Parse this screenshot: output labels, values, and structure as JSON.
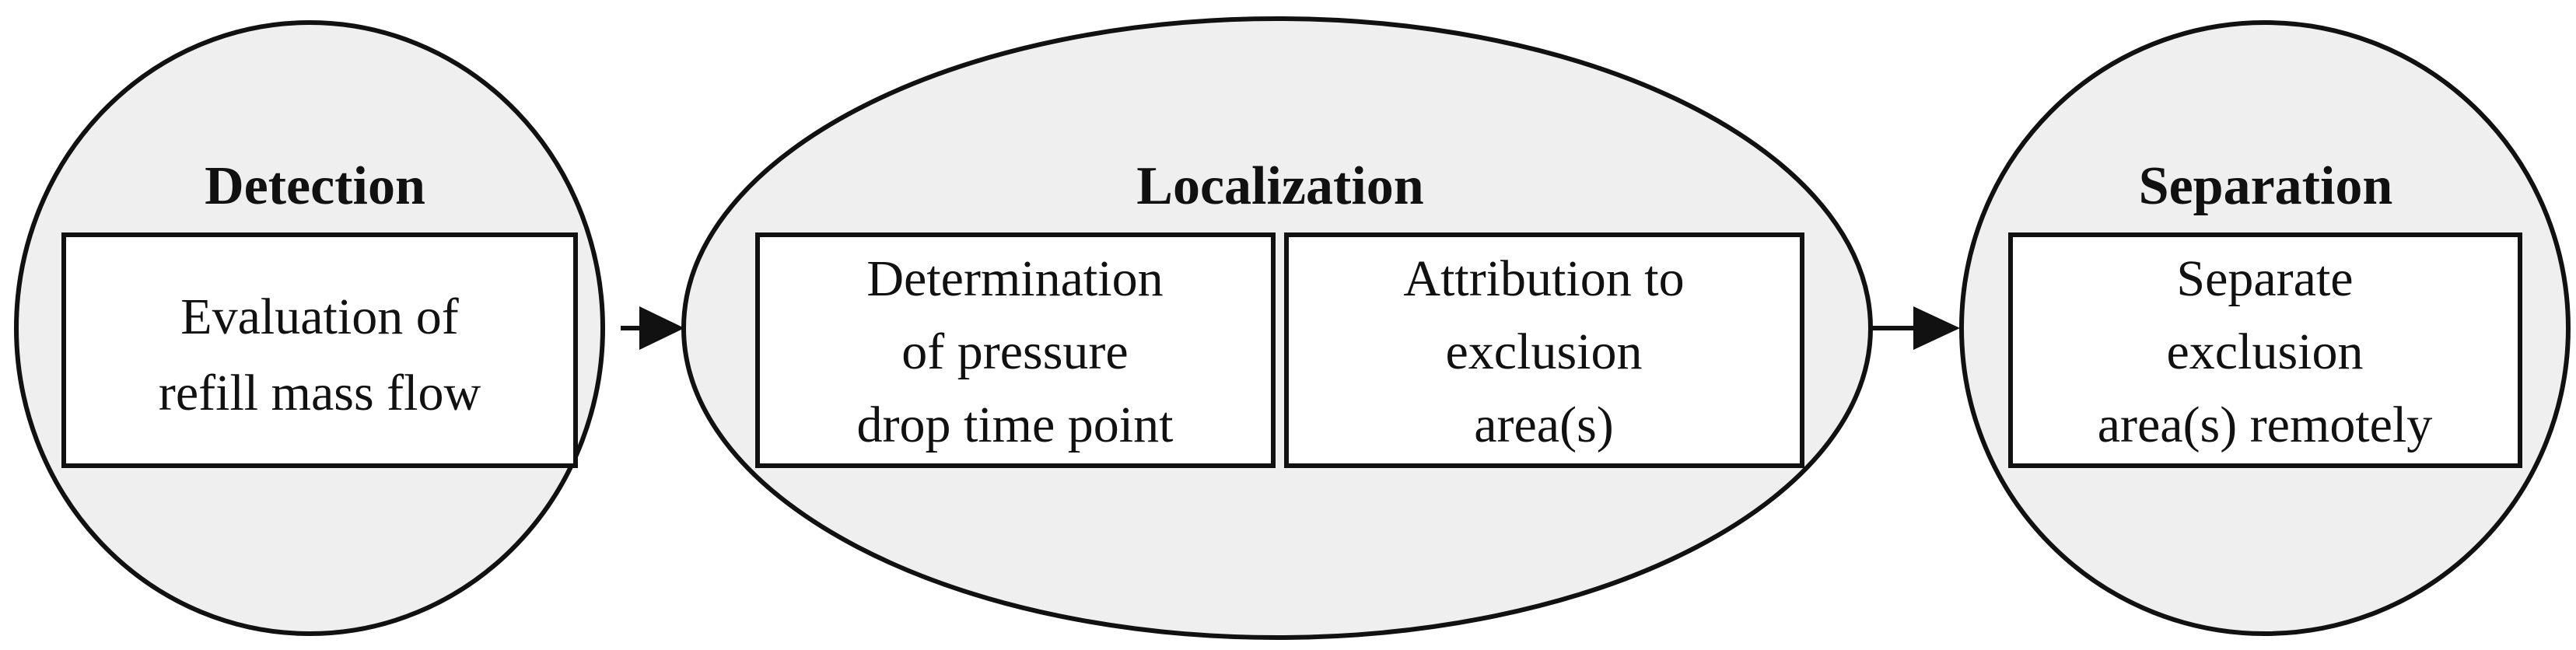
{
  "stages": [
    {
      "id": "detection",
      "heading": "Detection",
      "boxes": [
        {
          "lines": [
            "Evaluation of",
            "refill mass flow"
          ]
        }
      ]
    },
    {
      "id": "localization",
      "heading": "Localization",
      "boxes": [
        {
          "lines": [
            "Determination",
            "of pressure",
            "drop time point"
          ]
        },
        {
          "lines": [
            "Attribution to",
            "exclusion",
            "area(s)"
          ]
        }
      ]
    },
    {
      "id": "separation",
      "heading": "Separation",
      "boxes": [
        {
          "lines": [
            "Separate",
            "exclusion",
            "area(s) remotely"
          ]
        }
      ]
    }
  ],
  "colors": {
    "stage_fill": "#efefef",
    "stroke": "#111111",
    "box_fill": "#ffffff"
  }
}
